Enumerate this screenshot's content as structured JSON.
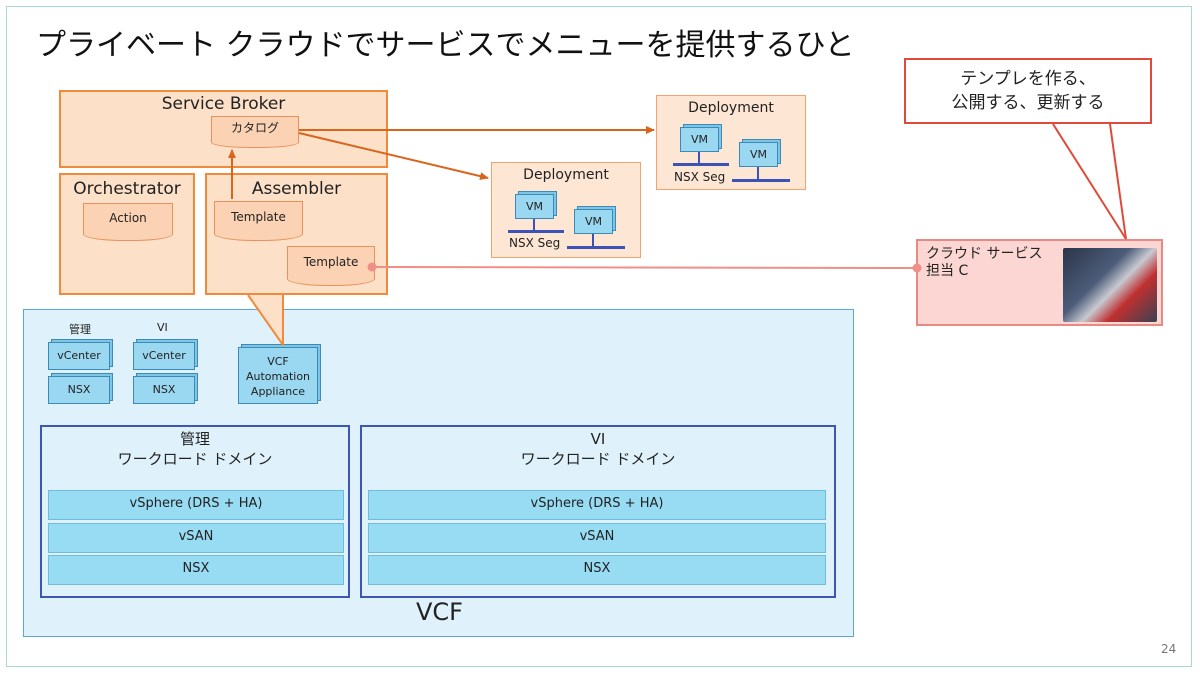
{
  "title": "プライベート クラウドでサービスでメニューを提供するひと",
  "service_broker": {
    "label": "Service Broker",
    "catalog": "カタログ"
  },
  "orchestrator": {
    "label": "Orchestrator",
    "action": "Action"
  },
  "assembler": {
    "label": "Assembler",
    "template1": "Template",
    "template2": "Template"
  },
  "deployments": [
    {
      "label": "Deployment",
      "vm1": "VM",
      "vm2": "VM",
      "segment": "NSX Seg"
    },
    {
      "label": "Deployment",
      "vm1": "VM",
      "vm2": "VM",
      "segment": "NSX Seg"
    }
  ],
  "vcf": {
    "label": "VCF",
    "mgmt_label": "管理",
    "vi_label": "VI",
    "mgmt_vcenter": "vCenter",
    "mgmt_nsx": "NSX",
    "vi_vcenter": "vCenter",
    "vi_nsx": "NSX",
    "automation": [
      "VCF",
      "Automation",
      "Appliance"
    ],
    "domains": [
      {
        "title1": "管理",
        "title2": "ワークロード ドメイン",
        "layers": [
          "vSphere (DRS + HA)",
          "vSAN",
          "NSX"
        ]
      },
      {
        "title1": "VI",
        "title2": "ワークロード ドメイン",
        "layers": [
          "vSphere (DRS + HA)",
          "vSAN",
          "NSX"
        ]
      }
    ]
  },
  "callout": {
    "line1": "テンプレを作る、",
    "line2": "公開する、更新する"
  },
  "person": {
    "line1": "クラウド サービス",
    "line2": "担当 C"
  },
  "colors": {
    "orange_border": "#f08a3c",
    "vcf_border": "#5aa8d6",
    "domain_border": "#3e56b0",
    "callout_border": "#e04a3a"
  },
  "page_number": "24"
}
